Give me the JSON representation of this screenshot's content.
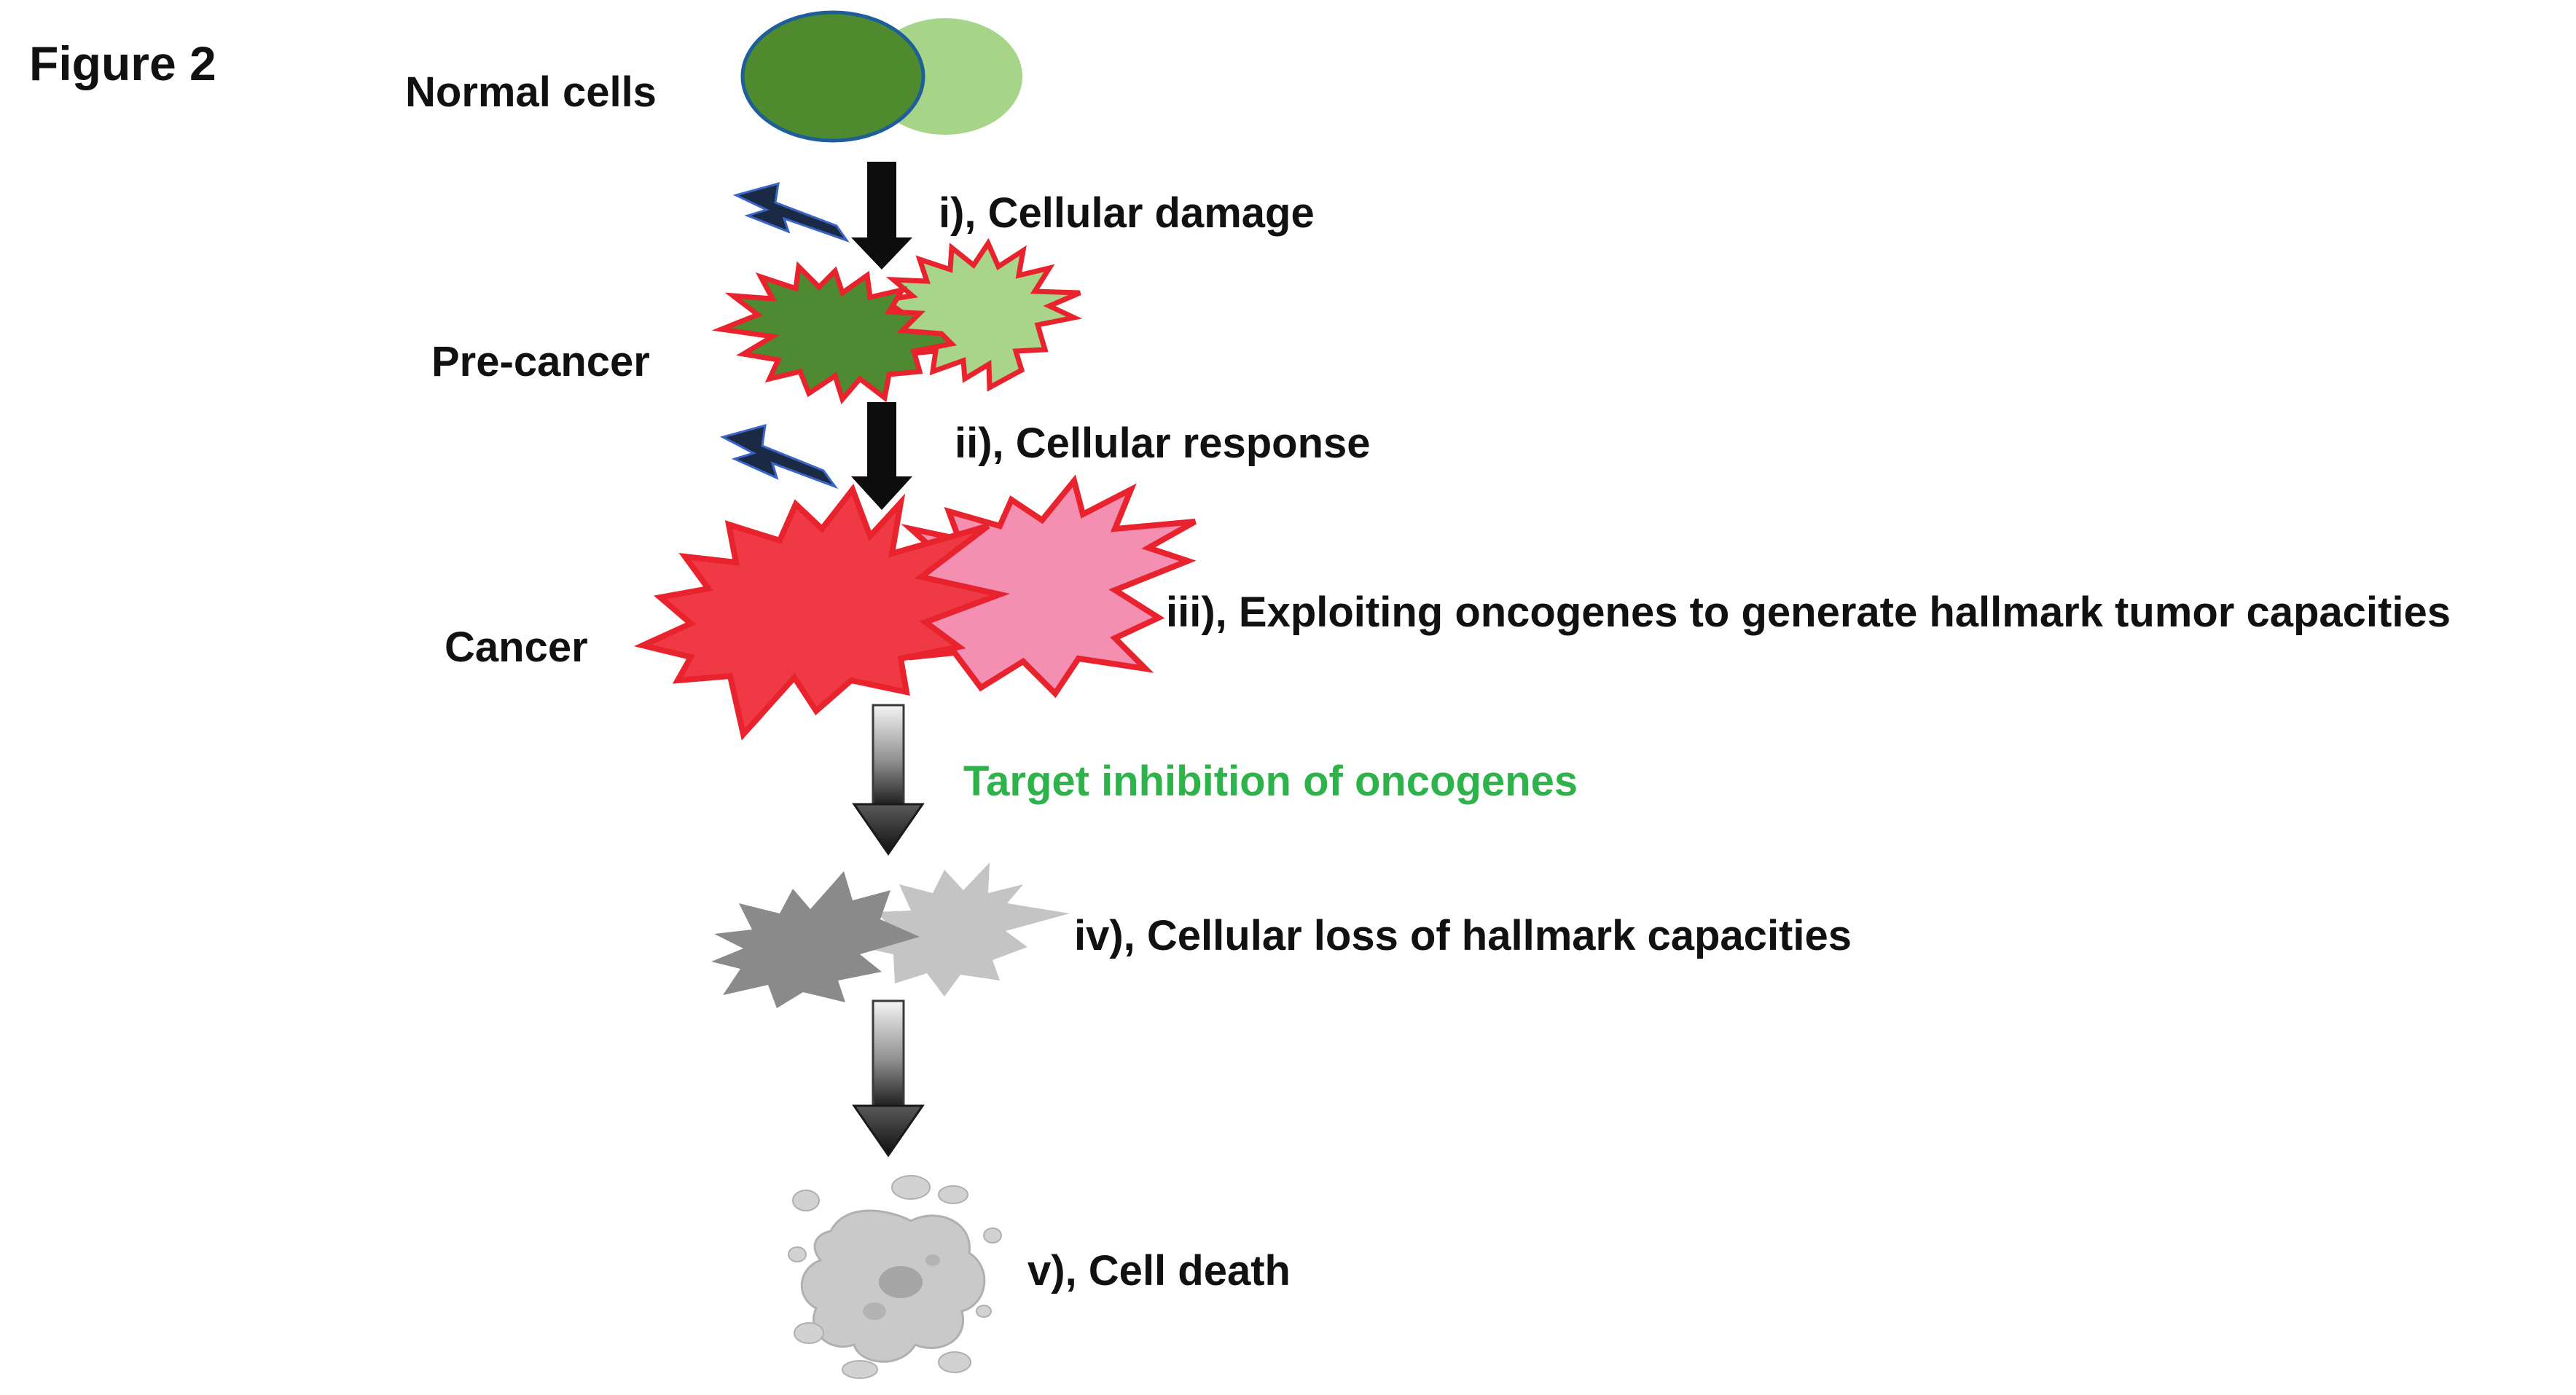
{
  "figure": {
    "label": "Figure 2"
  },
  "stages": {
    "normal": "Normal cells",
    "precancer": "Pre-cancer",
    "cancer": "Cancer"
  },
  "steps": {
    "i": "i), Cellular damage",
    "ii": "ii), Cellular response",
    "iii": "iii), Exploiting oncogenes to generate hallmark tumor capacities",
    "intervention": "Target inhibition of oncogenes",
    "iv": "iv), Cellular loss of hallmark capacities",
    "v": "v), Cell death"
  },
  "colors": {
    "normal_cell_dark": "#4f8a2e",
    "normal_cell_light": "#a6d488",
    "precancer_dark": "#4e8a31",
    "precancer_light": "#a8d48b",
    "cancer_red": "#ef3a46",
    "cancer_pink": "#f58fb1",
    "outline_red": "#e8232d",
    "inhibited_dark": "#8a8a8a",
    "inhibited_light": "#c4c4c4",
    "dead_cell": "#c9c9c9",
    "intervention_text": "#2db34a",
    "lightning": "#1b2a44"
  },
  "icons": [
    "lightning-bolt-icon",
    "down-arrow-icon",
    "gradient-down-arrow-icon",
    "dead-cell-icon"
  ]
}
